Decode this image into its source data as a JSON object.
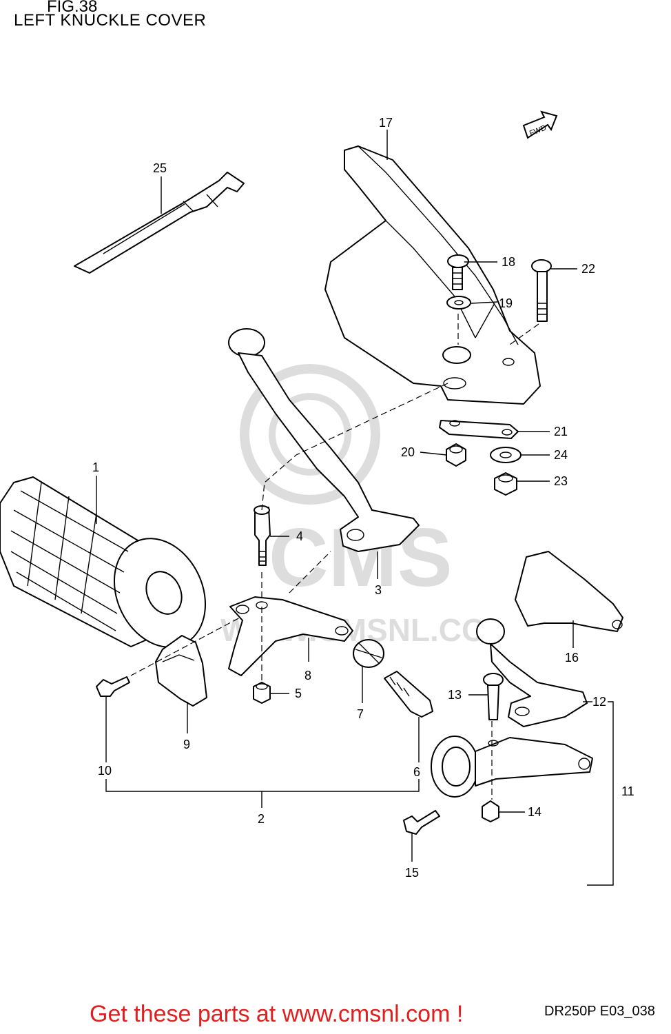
{
  "header": {
    "fig_label": "FIG.38",
    "title": "LEFT KNUCKLE COVER"
  },
  "callouts": [
    "1",
    "2",
    "3",
    "4",
    "5",
    "6",
    "7",
    "8",
    "9",
    "10",
    "11",
    "12",
    "13",
    "14",
    "15",
    "16",
    "17",
    "18",
    "19",
    "20",
    "21",
    "22",
    "23",
    "24",
    "25"
  ],
  "fwd_label": "FWD",
  "watermark": {
    "text": "CMS",
    "url_text": "WWW.CMSNL.COM"
  },
  "footer": {
    "link_text": "Get these parts at www.cmsnl.com !",
    "link_color": "#e02020",
    "drawing_code": "DR250P E03_038"
  }
}
